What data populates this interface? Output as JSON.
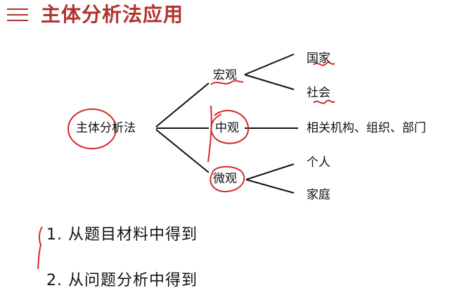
{
  "header": {
    "title": "主体分析法应用",
    "menu_icon": "hamburger-menu-icon"
  },
  "diagram": {
    "root": "主体分析法",
    "levels": [
      {
        "label": "宏观",
        "children": [
          "国家",
          "社会"
        ]
      },
      {
        "label": "中观",
        "children": [
          "相关机构、组织、部门"
        ]
      },
      {
        "label": "微观",
        "children": [
          "个人",
          "家庭"
        ]
      }
    ]
  },
  "list": {
    "items": [
      "1. 从题目材料中得到",
      "2. 从问题分析中得到"
    ]
  },
  "colors": {
    "accent": "#b0332e",
    "annotation_red": "#d42a2a",
    "line": "#111111"
  }
}
